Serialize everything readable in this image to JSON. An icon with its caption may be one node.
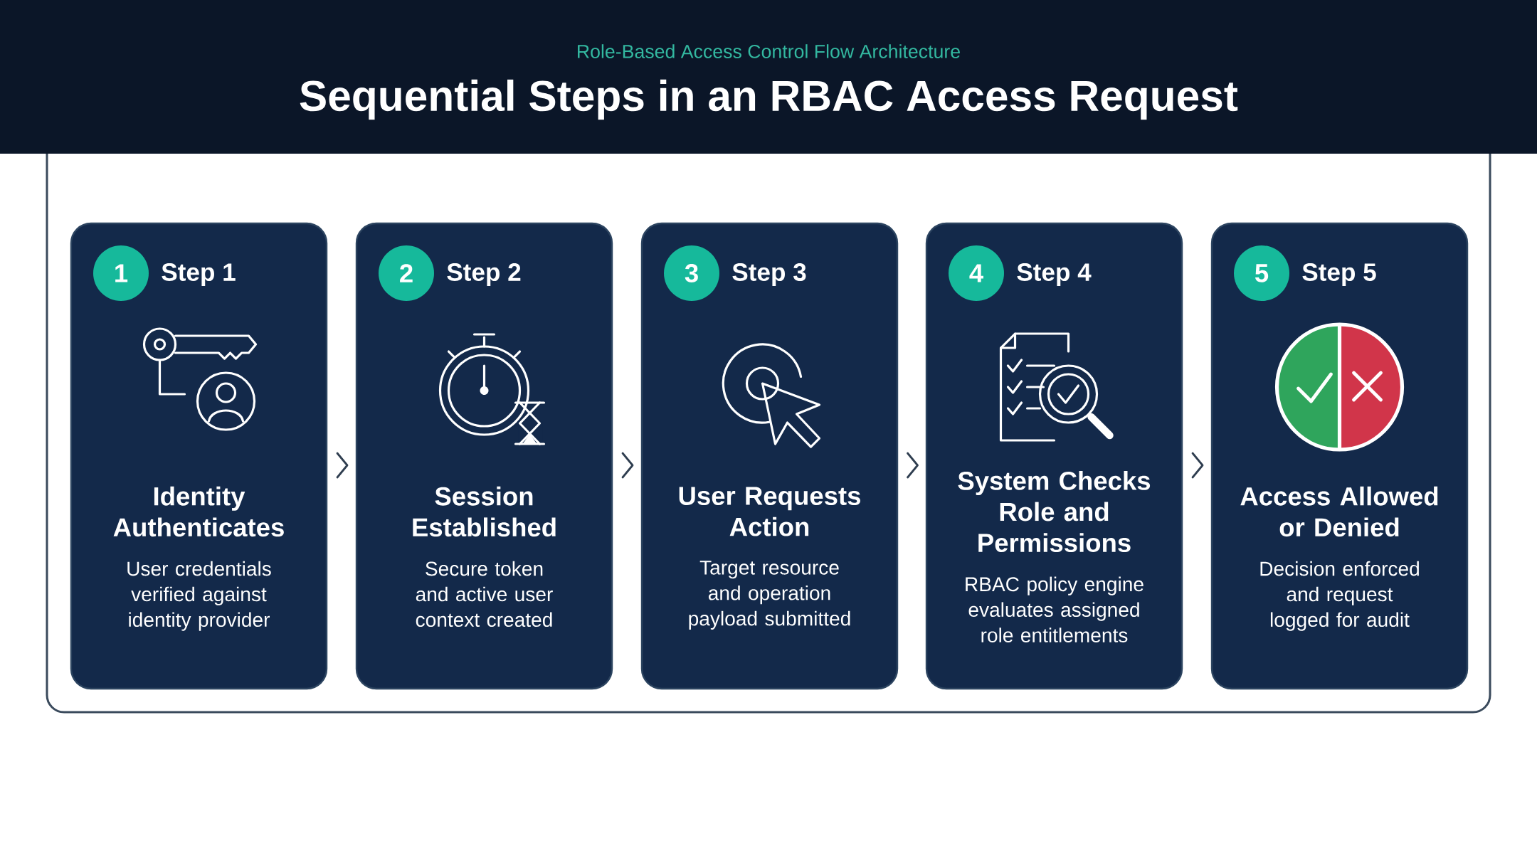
{
  "diagram": {
    "title": "Sequential Steps in an RBAC Access Request",
    "caption": "Role-Based Access Control Flow Architecture",
    "nodes": [
      {
        "text": [
          "1",
          "Step 1",
          "Identity Authenticates",
          "User credentials verified against identity provider"
        ]
      },
      {
        "text": [
          "2",
          "Step 2",
          "Session Established",
          "Secure token and active user context created"
        ]
      },
      {
        "text": [
          "3",
          "Step 3",
          "User Requests Action",
          "Target resource and operation payload submitted"
        ]
      },
      {
        "text": [
          "4",
          "Step 4",
          "System Checks Role and Permissions",
          "RBAC policy engine evaluates assigned role entitlements"
        ]
      },
      {
        "text": [
          "5",
          "Step 5",
          "Access Allowed or Denied",
          "Decision enforced and request logged for audit"
        ]
      }
    ],
    "edges": [
      {
        "from": 0,
        "to": 1,
        "arrow": "to"
      },
      {
        "from": 1,
        "to": 2,
        "arrow": "to"
      },
      {
        "from": 2,
        "to": 3,
        "arrow": "to"
      },
      {
        "from": 3,
        "to": 4,
        "arrow": "to"
      }
    ]
  }
}
